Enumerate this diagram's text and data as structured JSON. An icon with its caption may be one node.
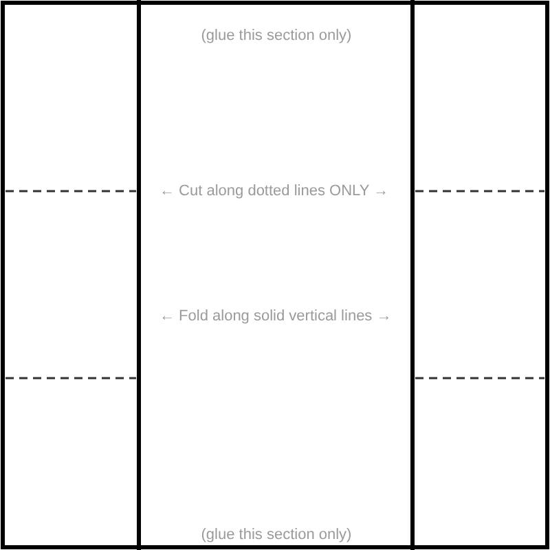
{
  "diagram": {
    "labels": [
      "(glue this section only)",
      "← Cut along dotted lines ONLY →",
      "← Fold along solid vertical lines →",
      "(glue this section only)"
    ]
  }
}
